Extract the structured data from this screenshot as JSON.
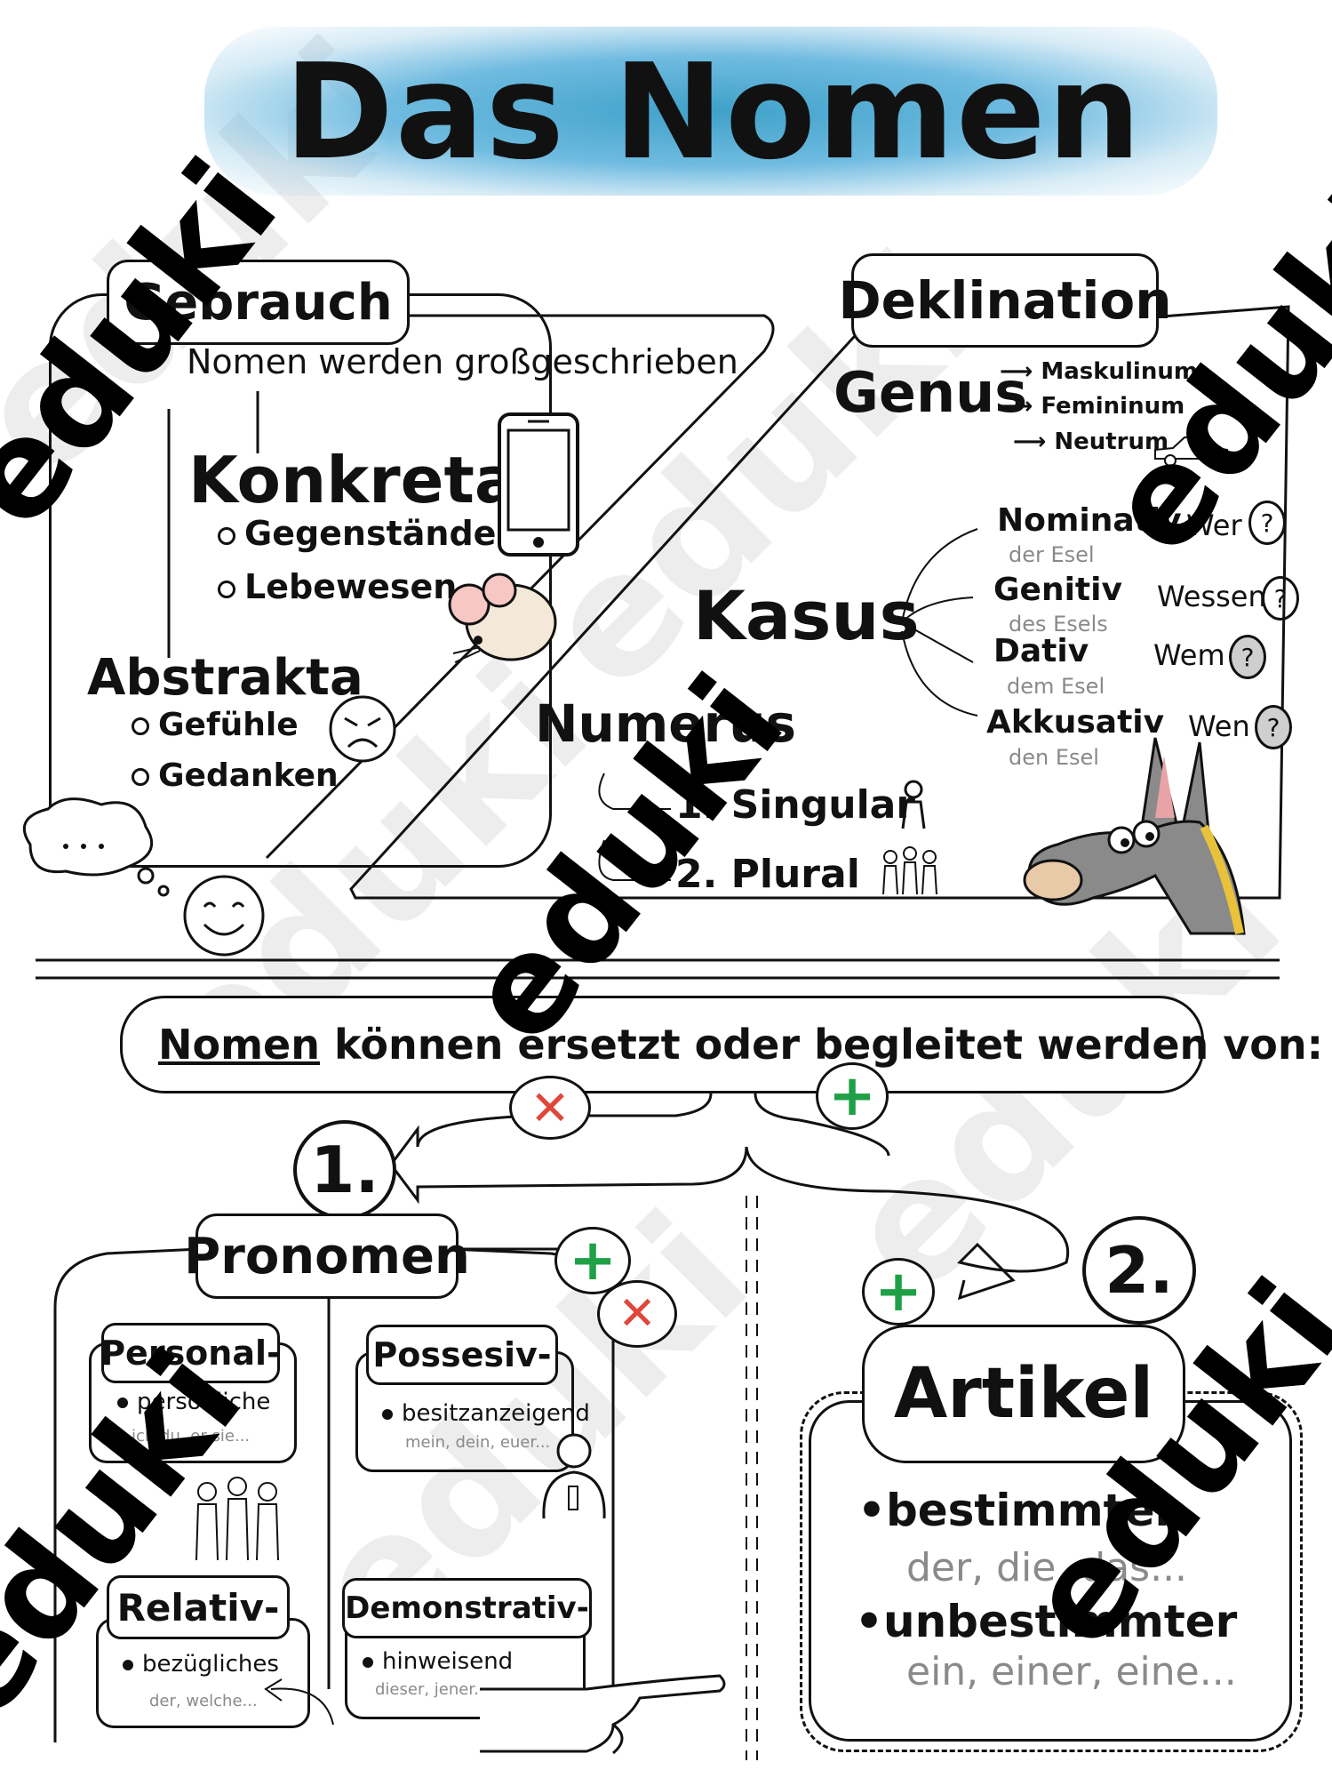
{
  "title": "Das Nomen",
  "gebrauch": {
    "heading": "Gebrauch",
    "rule": "Nomen werden großgeschrieben",
    "konkreta": {
      "label": "Konkreta",
      "items": [
        "Gegenstände",
        "Lebewesen"
      ]
    },
    "abstrakta": {
      "label": "Abstrakta",
      "items": [
        "Gefühle",
        "Gedanken"
      ]
    }
  },
  "deklination": {
    "heading": "Deklination",
    "genus": {
      "label": "Genus",
      "items": [
        "Maskulinum",
        "Femininum",
        "Neutrum"
      ]
    },
    "kasus": {
      "label": "Kasus",
      "cases": [
        {
          "name": "Nominativ",
          "example": "der Esel",
          "question": "Wer"
        },
        {
          "name": "Genitiv",
          "example": "des Esels",
          "question": "Wessen"
        },
        {
          "name": "Dativ",
          "example": "dem Esel",
          "question": "Wem"
        },
        {
          "name": "Akkusativ",
          "example": "den Esel",
          "question": "Wen"
        }
      ],
      "question_mark": "?"
    },
    "numerus": {
      "label": "Numerus",
      "items": [
        "1. Singular",
        "2. Plural"
      ]
    }
  },
  "bottom": {
    "headline_underlined": "Nomen",
    "headline_rest": " können ersetzt oder begleitet werden von:",
    "num1": "1.",
    "num2": "2.",
    "pronomen": {
      "heading": "Pronomen",
      "types": [
        {
          "name": "Personal-",
          "desc": "persönliche",
          "examples": "ich,du, er,sie..."
        },
        {
          "name": "Possesiv-",
          "desc": "besitzanzeigend",
          "examples": "mein, dein, euer..."
        },
        {
          "name": "Relativ-",
          "desc": "bezügliches",
          "examples": "der, welche..."
        },
        {
          "name": "Demonstrativ-",
          "desc": "hinweisend",
          "examples": "dieser, jener..."
        }
      ]
    },
    "artikel": {
      "heading": "Artikel",
      "items": [
        {
          "name": "bestimmter",
          "examples": "der, die, das..."
        },
        {
          "name": "unbestimmter",
          "examples": "ein, einer, eine..."
        }
      ]
    }
  },
  "watermark": "eduki",
  "colors": {
    "title_brush": "#3fa1c9",
    "plus": "#1fa046",
    "cross": "#e0473a",
    "donkey": "#8a8a8a"
  }
}
